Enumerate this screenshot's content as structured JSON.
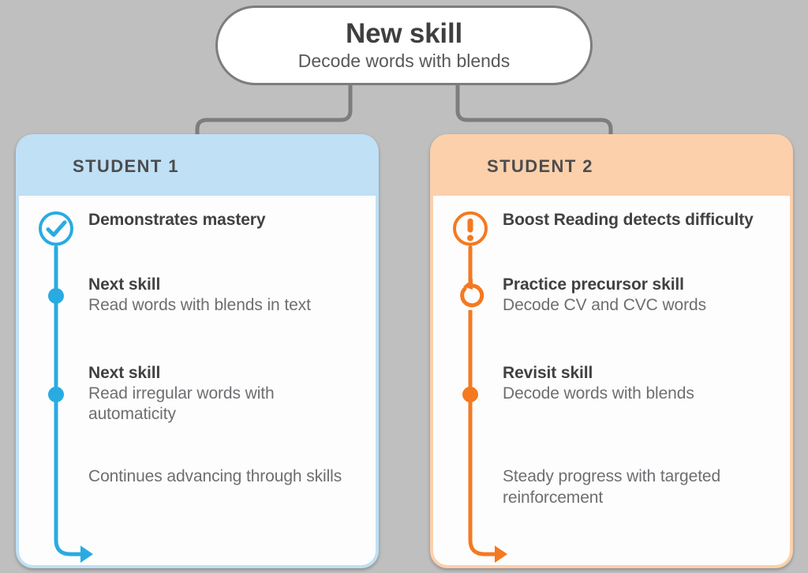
{
  "colors": {
    "background": "#bfbfbf",
    "connector": "#7d7d7d",
    "student1_accent": "#29abe2",
    "student1_header_bg": "#bfe0f5",
    "student2_accent": "#f47920",
    "student2_header_bg": "#fbd0ab",
    "card_body_bg": "#fdfdfd",
    "title_text": "#3f3f3f",
    "body_text": "#6d6e71"
  },
  "root": {
    "title": "New skill",
    "subtitle": "Decode words with blends"
  },
  "branches": [
    {
      "header": "STUDENT 1",
      "accent": "#29abe2",
      "marker_icon": "check-circle-icon",
      "steps": [
        {
          "marker": "check-circle-icon",
          "title": "Demonstrates mastery",
          "subtitle": ""
        },
        {
          "marker": "dot-icon",
          "title": "Next skill",
          "subtitle": "Read words with blends in text"
        },
        {
          "marker": "dot-icon",
          "title": "Next skill",
          "subtitle": "Read irregular words with automaticity"
        },
        {
          "marker": "arrow-elbow-icon",
          "title": "",
          "subtitle": "Continues advancing through skills"
        }
      ]
    },
    {
      "header": "STUDENT 2",
      "accent": "#f47920",
      "marker_icon": "exclamation-circle-icon",
      "steps": [
        {
          "marker": "exclamation-circle-icon",
          "title": "Boost Reading detects difficulty",
          "subtitle": ""
        },
        {
          "marker": "refresh-loop-icon",
          "title": "Practice precursor skill",
          "subtitle": "Decode CV and CVC words"
        },
        {
          "marker": "dot-icon",
          "title": "Revisit skill",
          "subtitle": "Decode words with blends"
        },
        {
          "marker": "arrow-elbow-icon",
          "title": "",
          "subtitle": "Steady progress with targeted reinforcement"
        }
      ]
    }
  ]
}
